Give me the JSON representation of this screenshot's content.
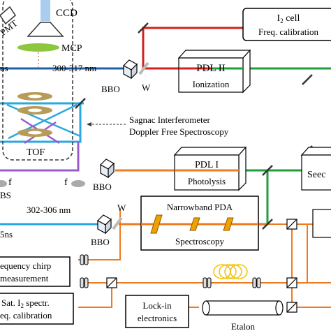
{
  "labels": {
    "ccd": "CCD",
    "pmt": "PMT",
    "mcp": "MCP",
    "tof": "TOF",
    "ns_top": "ns",
    "wavelength_top": "300-317 nm",
    "bbo_top": "BBO",
    "w_top": "W",
    "pdl2_title": "PDL II",
    "pdl2_sub": "Ionization",
    "i2cell_line1": "I",
    "i2cell_sub": "2",
    "i2cell_line1b": " cell",
    "i2cell_line2": "Freq. calibration",
    "sagnac_line1": "Sagnac Interferometer",
    "sagnac_line2": "Doppler Free Spectroscopy",
    "pdl1_title": "PDL I",
    "pdl1_sub": "Photolysis",
    "seed": "Seec",
    "f_left": "f",
    "f_right": "f",
    "bbo_mid": "BBO",
    "bs": "BS",
    "wavelength_mid": "302-306 nm",
    "ns_bottom": "5ns",
    "w_bottom": "W",
    "bbo_bottom": "BBO",
    "pda_title": "Narrowband PDA",
    "pda_sub": "Spectroscopy",
    "chirp_line1": "equency chirp",
    "chirp_line2": "measurement",
    "sat_line1a": "Sat. I",
    "sat_line1sub": "2",
    "sat_line1b": " spectr.",
    "sat_line2": "eq. calibration",
    "lockin_line1": "Lock-in",
    "lockin_line2": "electronics",
    "etalon": "Etalon"
  },
  "colors": {
    "uv_blue": "#1f5fa8",
    "light_blue": "#29a9e0",
    "red": "#d62020",
    "green": "#1f9e3a",
    "orange": "#f07a1e",
    "purple": "#9b59d0",
    "mcp_green": "#8ec63f",
    "tof_tan": "#b79b57",
    "fiber_yellow": "#f2c200"
  }
}
